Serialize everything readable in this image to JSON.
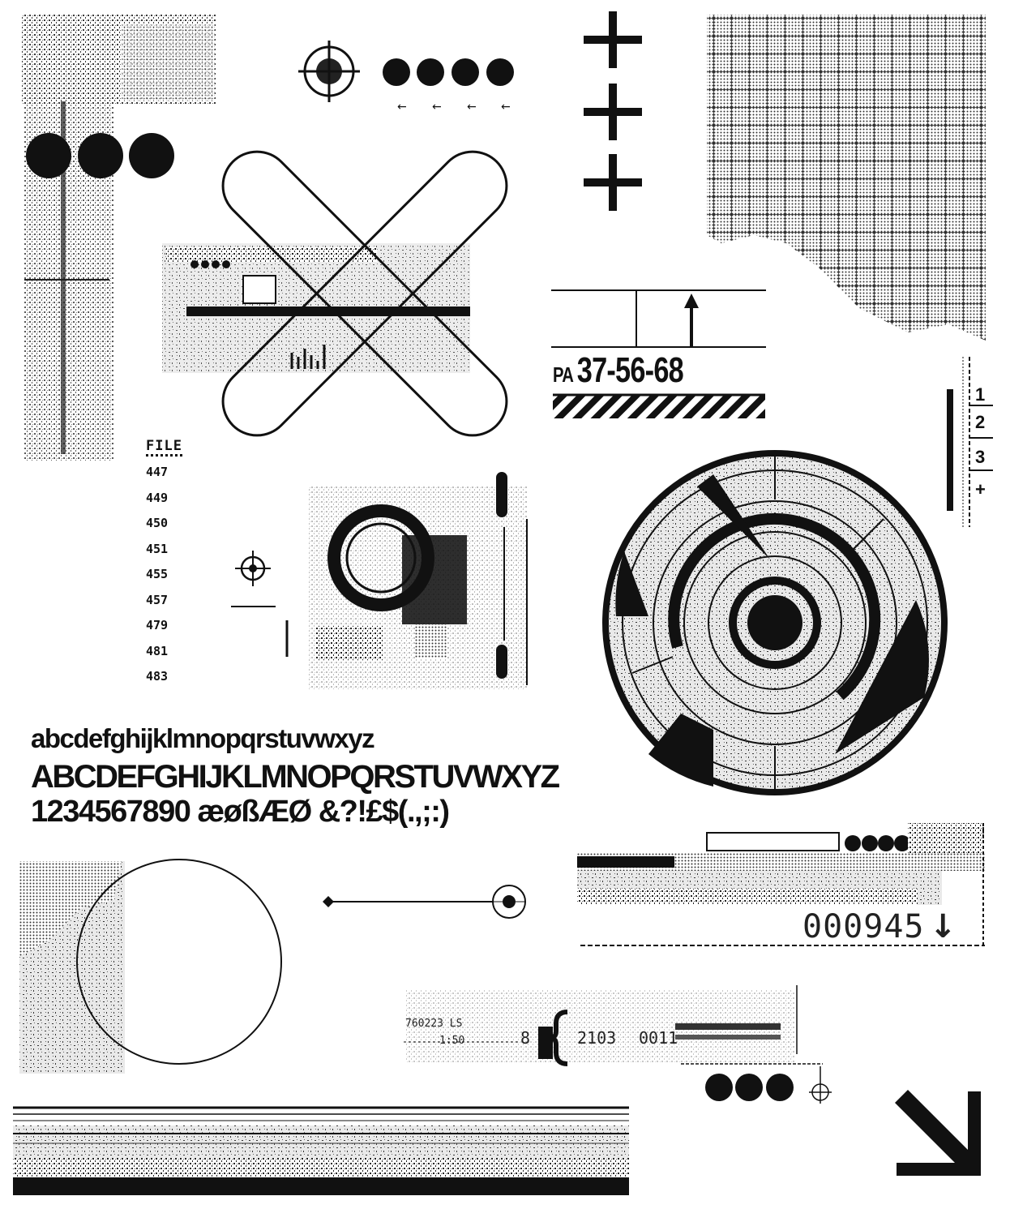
{
  "colors": {
    "ink": "#111111",
    "paper": "#ffffff",
    "grey": "#7a7a7a"
  },
  "file_list": {
    "label": "FILE",
    "items": [
      "447",
      "449",
      "450",
      "451",
      "455",
      "457",
      "479",
      "481",
      "483"
    ]
  },
  "type_specimen": {
    "lowercase": "abcdefghijklmnopqrstuvwxyz",
    "uppercase": "ABCDEFGHIJKLMNOPQRSTUVWXYZ",
    "numbers_symbols": "1234567890 æøßÆØ &?!£$(.,;:)"
  },
  "measurement_block": {
    "prefix": "PA",
    "code": "37-56-68"
  },
  "ruler": {
    "numbers": [
      "1",
      "2",
      "3",
      "+"
    ]
  },
  "counter": {
    "value": "000945",
    "arrow": "↓"
  },
  "stamp": {
    "line1": "760223  LS",
    "line2": "1:50",
    "code_a": "8",
    "code_b": "2103",
    "code_c": "0011"
  },
  "icons": [
    "crosshair-icon",
    "dot-row-icon",
    "plus-icon",
    "x-shape-icon",
    "target-icon",
    "arrow-down-right-icon"
  ]
}
